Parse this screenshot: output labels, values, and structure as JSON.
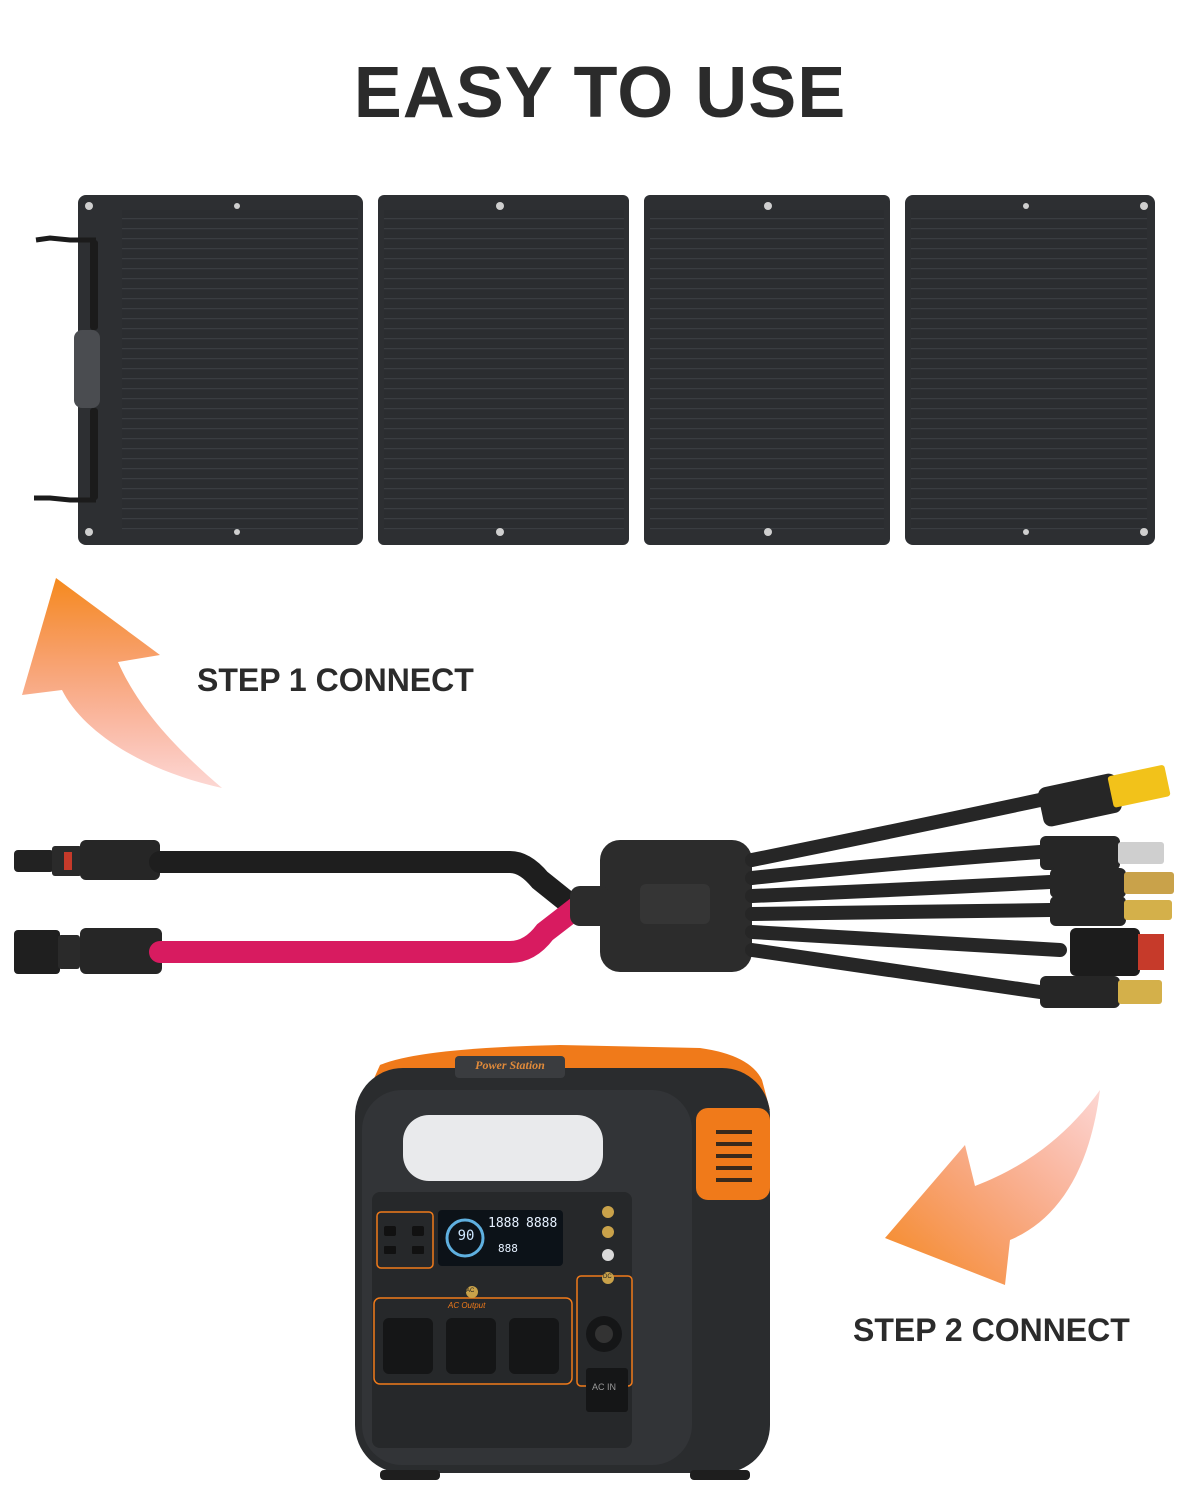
{
  "headline": "EASY TO USE",
  "steps": [
    {
      "label": "STEP 1 CONNECT"
    },
    {
      "label": "STEP 2 CONNECT"
    }
  ],
  "power_station": {
    "brand_label": "Power Station",
    "display_percent": "90",
    "display_input": "1888",
    "display_output": "8888",
    "display_third": "888",
    "ac_output_label": "AC Output",
    "ac_in_label": "AC IN",
    "dc_label": "DC",
    "ac_label": "AC"
  },
  "colors": {
    "text": "#2b2b2b",
    "panel": "#2a2c2e",
    "accent_orange": "#f07a1a",
    "cable_pink": "#d81b60",
    "cable_black": "#1e1e1e"
  },
  "icons": {
    "step1_arrow": "curved-arrow-up-icon",
    "step2_arrow": "curved-arrow-down-left-icon"
  }
}
